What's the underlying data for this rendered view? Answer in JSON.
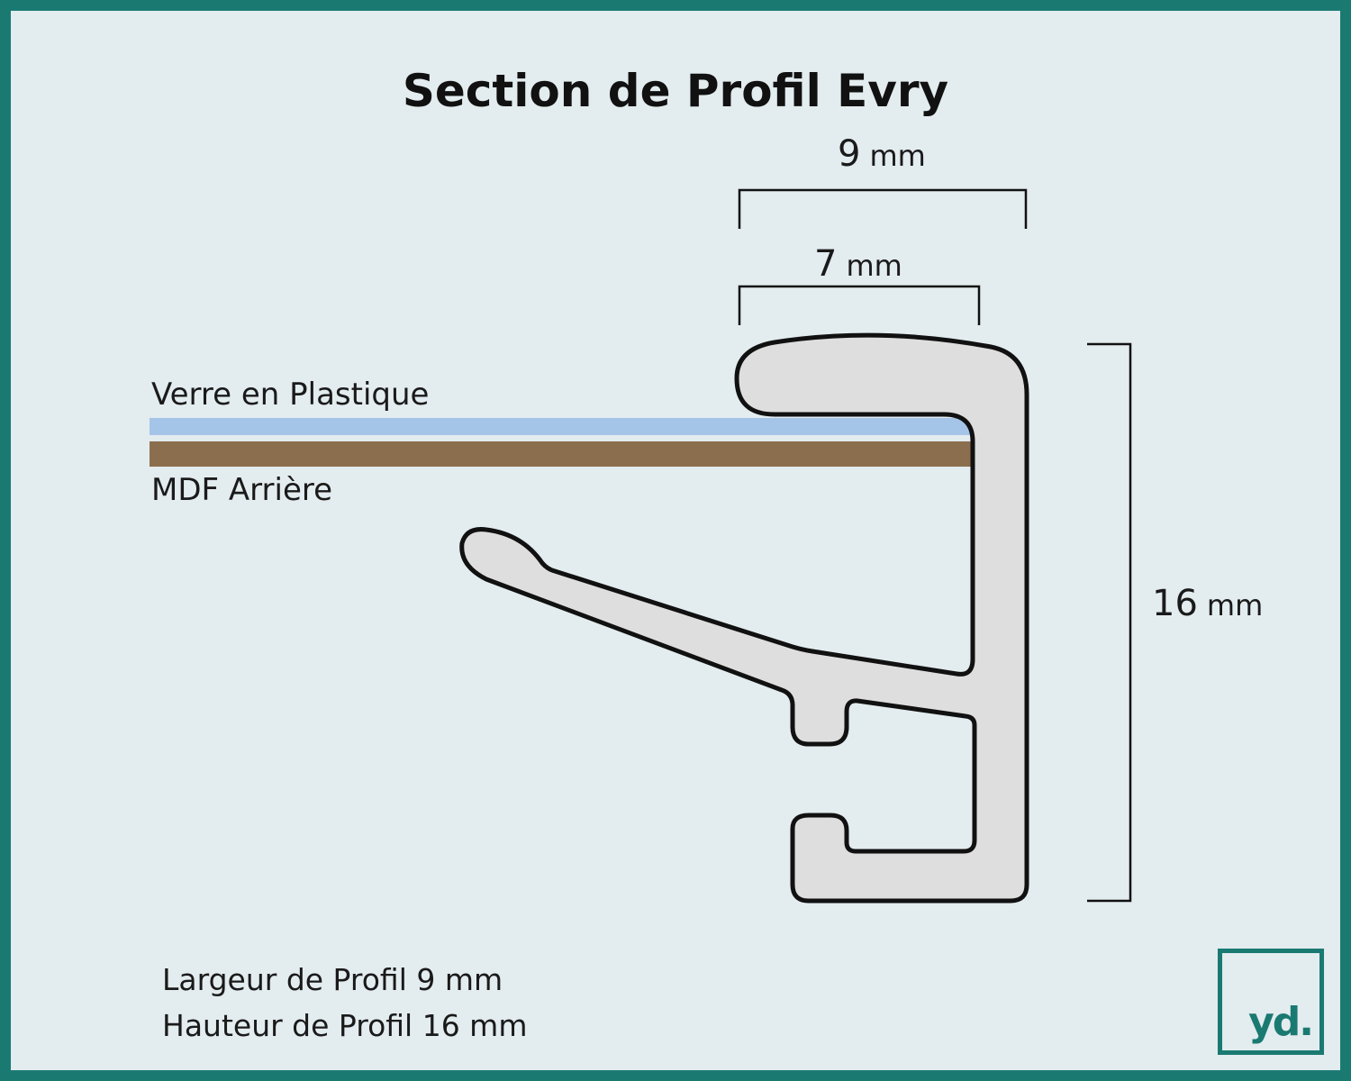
{
  "title": "Section de Profil Evry",
  "dimensions": {
    "width_outer": {
      "value": "9",
      "unit": "mm"
    },
    "width_inner": {
      "value": "7",
      "unit": "mm"
    },
    "height": {
      "value": "16",
      "unit": "mm"
    }
  },
  "layers": {
    "glass_label": "Verre en Plastique",
    "back_label": "MDF Arrière",
    "glass_color": "#a4c4e8",
    "back_color": "#8b6e4e"
  },
  "summary": {
    "width_line": "Largeur de Profil 9 mm",
    "height_line": "Hauteur de Profil 16 mm"
  },
  "colors": {
    "border": "#1a7a72",
    "background": "#e3ecef",
    "profile_fill": "#dedede",
    "outline": "#111111"
  },
  "logo": {
    "text": "yd.",
    "icon": "yd-logo"
  }
}
